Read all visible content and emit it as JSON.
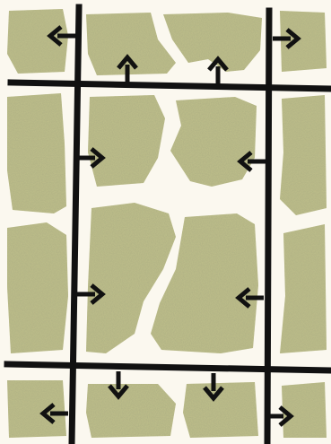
{
  "figure": {
    "background_color": "#fbf8ef",
    "patch_color": "#bfc08a",
    "patch_shade_color": "#a7a876",
    "line_color": "#111111",
    "arrow_color": "#111111"
  },
  "arrows": [
    {
      "id": "arrow-top-left-pointing-left",
      "direction": "left"
    },
    {
      "id": "arrow-top-right-pointing-right",
      "direction": "right"
    },
    {
      "id": "arrow-top-center-1-pointing-up",
      "direction": "up"
    },
    {
      "id": "arrow-top-center-2-pointing-up",
      "direction": "up"
    },
    {
      "id": "arrow-left-mid-upper-pointing-right",
      "direction": "right"
    },
    {
      "id": "arrow-right-mid-upper-pointing-left",
      "direction": "left"
    },
    {
      "id": "arrow-left-mid-lower-pointing-right",
      "direction": "right"
    },
    {
      "id": "arrow-right-mid-lower-pointing-left",
      "direction": "left"
    },
    {
      "id": "arrow-bottom-center-1-pointing-down",
      "direction": "down"
    },
    {
      "id": "arrow-bottom-center-2-pointing-down",
      "direction": "down"
    },
    {
      "id": "arrow-bottom-left-pointing-left",
      "direction": "left"
    },
    {
      "id": "arrow-bottom-right-pointing-right",
      "direction": "right"
    }
  ]
}
